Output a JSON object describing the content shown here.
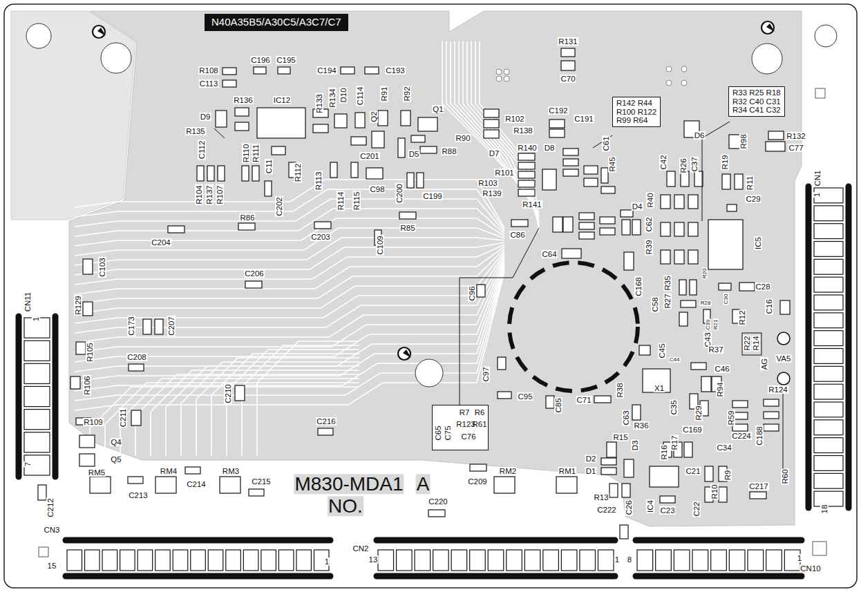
{
  "diagram": {
    "nodes": [
      {
        "text": [
          "N40A35B5/A30C5/A3C7/C7"
        ]
      },
      {
        "text": [
          "R142 R44",
          "R100 R122",
          "R99 R64"
        ]
      },
      {
        "text": [
          "R33 R25 R18",
          "R32 C40 C31",
          "R34 C41 C32"
        ]
      },
      {
        "text": [
          "C65",
          "C75",
          "R7",
          "R6",
          "R123",
          "R61",
          "C76"
        ]
      }
    ],
    "labels": [
      "R131",
      "C70",
      "C196",
      "C195",
      "R108",
      "C113",
      "C194",
      "C193",
      "R136",
      "IC12",
      "R133",
      "R134",
      "D10",
      "C114",
      "R91",
      "R92",
      "Q2",
      "Q1",
      "D9",
      "R135",
      "R102",
      "R138",
      "C192",
      "C191",
      "D6",
      "R98",
      "R132",
      "C77",
      "R90",
      "R88",
      "D7",
      "D5",
      "C201",
      "R140",
      "D8",
      "C61",
      "R45",
      "C112",
      "R110",
      "R111",
      "C11",
      "R112",
      "R113",
      "R101",
      "R103",
      "R139",
      "R141",
      "C42",
      "R26",
      "C37",
      "R19",
      "R11",
      "C29",
      "D4",
      "R40",
      "C98",
      "C200",
      "C199",
      "R114",
      "R115",
      "R104",
      "R137",
      "R107",
      "C202",
      "R86",
      "R85",
      "C203",
      "C86",
      "C204",
      "C109",
      "C62",
      "R39",
      "C64",
      "C103",
      "IC5",
      "R20",
      "C168",
      "C206",
      "R35",
      "R27",
      "C28",
      "C58",
      "C96",
      "CN11",
      "1",
      "R129",
      "C173",
      "C207",
      "C39",
      "R21",
      "C43",
      "R12",
      "R105",
      "R37",
      "R22",
      "R14",
      "VA5",
      "AG",
      "C45",
      "C44",
      "C208",
      "C46",
      "C97",
      "R106",
      "C210",
      "X1",
      "C211",
      "C95",
      "C71",
      "R38",
      "R124",
      "R94",
      "C85",
      "C35",
      "R36",
      "C63",
      "R29",
      "R59",
      "C169",
      "C224",
      "C188",
      "R109",
      "C216",
      "Q4",
      "Q5",
      "R15",
      "D3",
      "R16",
      "R17",
      "C34",
      "D2",
      "D1",
      "R60",
      "7",
      "RM5",
      "RM4",
      "RM3",
      "C214",
      "C213",
      "C215",
      "M830-MDA1",
      "A",
      "NO.",
      "C209",
      "RM2",
      "RM1",
      "C21",
      "R9",
      "R13",
      "C222",
      "C26",
      "IC4",
      "C23",
      "R10",
      "C22",
      "C217",
      "C212",
      "C220",
      "CN3",
      "15",
      "1",
      "CN2",
      "13",
      "1",
      "8",
      "1",
      "CN10",
      "CN1",
      "1",
      "18",
      "C16",
      "R28",
      "C30"
    ]
  }
}
